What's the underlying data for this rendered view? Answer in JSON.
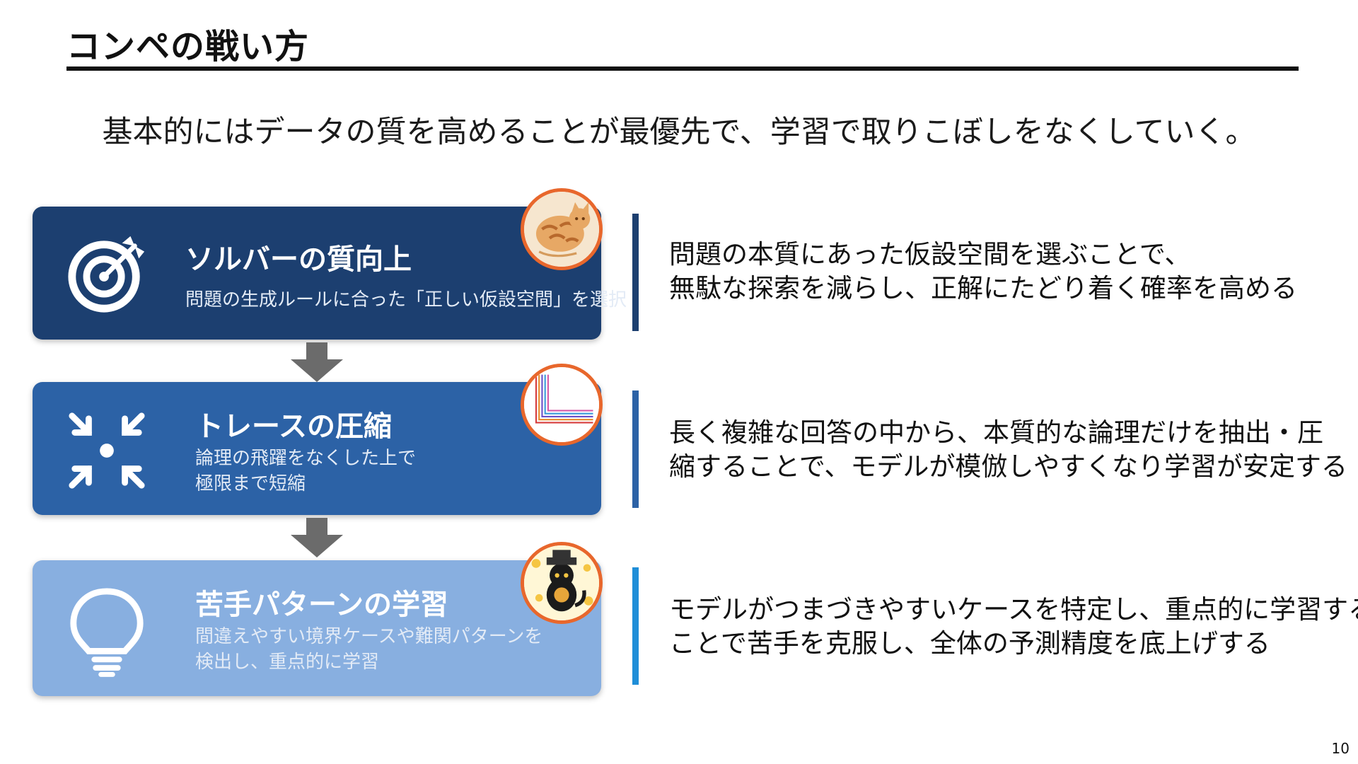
{
  "slide": {
    "title": "コンペの戦い方",
    "subtitle": "基本的にはデータの質を高めることが最優先で、学習で取りこぼしをなくしていく。",
    "page_number": "10"
  },
  "steps": [
    {
      "heading": "ソルバーの質向上",
      "description_lines": [
        "問題の生成ルールに合った「正しい仮設空間」を選択"
      ],
      "detail_lines": [
        "問題の本質にあった仮設空間を選ぶことで、",
        "無駄な探索を減らし、正解にたどり着く確率を高める"
      ],
      "icon": "target-icon",
      "badge": "tabby-cat-avatar"
    },
    {
      "heading": "トレースの圧縮",
      "description_lines": [
        "論理の飛躍をなくした上で",
        "極限まで短縮"
      ],
      "detail_lines": [
        "長く複雑な回答の中から、本質的な論理だけを抽出・圧",
        "縮することで、モデルが模倣しやすくなり学習が安定する"
      ],
      "icon": "compress-arrows-icon",
      "badge": "color-lines-avatar"
    },
    {
      "heading": "苦手パターンの学習",
      "description_lines": [
        "間違えやすい境界ケースや難関パターンを",
        "検出し、重点的に学習"
      ],
      "detail_lines": [
        "モデルがつまづきやすいケースを特定し、重点的に学習する",
        "ことで苦手を克服し、全体の予測精度を底上げする"
      ],
      "icon": "lightbulb-icon",
      "badge": "black-cat-avatar"
    }
  ],
  "colors": {
    "card_1": "#1c3f70",
    "card_2": "#2c62a6",
    "card_3": "#88afe0",
    "badge_ring": "#e8672c",
    "arrow": "#6b6b6b",
    "accent_bar_3": "#1f8ed8"
  }
}
